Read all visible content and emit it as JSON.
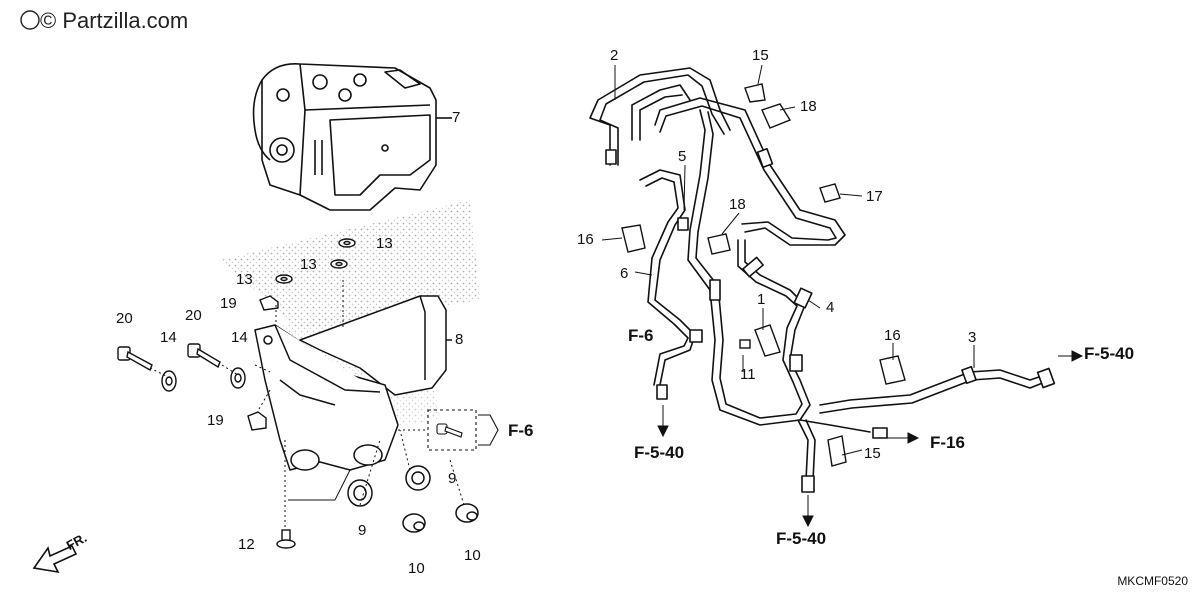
{
  "watermark": "© Partzilla.com",
  "diagram_code": "MKCMF0520",
  "front_marker": "FR.",
  "callouts": {
    "c1": "1",
    "c2": "2",
    "c3": "3",
    "c4": "4",
    "c5": "5",
    "c6": "6",
    "c7": "7",
    "c8": "8",
    "c9a": "9",
    "c9b": "9",
    "c10a": "10",
    "c10b": "10",
    "c11": "11",
    "c12": "12",
    "c13a": "13",
    "c13b": "13",
    "c13c": "13",
    "c14a": "14",
    "c14b": "14",
    "c15a": "15",
    "c15b": "15",
    "c16a": "16",
    "c16b": "16",
    "c17": "17",
    "c18a": "18",
    "c18b": "18",
    "c19a": "19",
    "c19b": "19",
    "c20a": "20",
    "c20b": "20"
  },
  "references": {
    "r_f6_left": "F-6",
    "r_f6_right": "F-6",
    "r_f540_a": "F-5-40",
    "r_f540_b": "F-5-40",
    "r_f540_c": "F-5-40",
    "r_f16": "F-16"
  }
}
